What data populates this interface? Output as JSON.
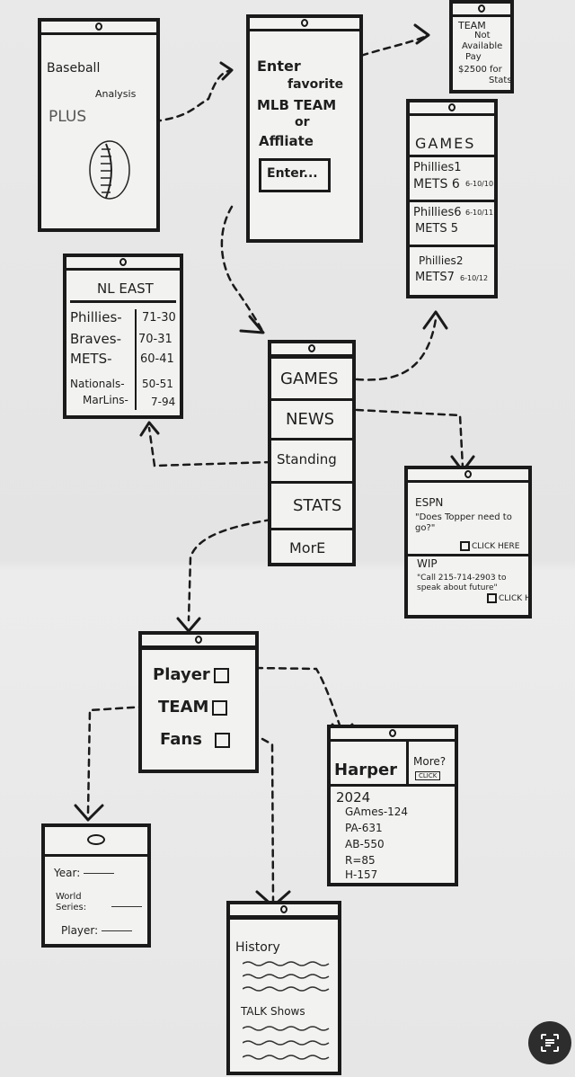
{
  "home": {
    "title1": "Baseball",
    "title2": "Analysis",
    "title3": "PLUS",
    "logo": "baseball-icon"
  },
  "enter_team": {
    "lines": [
      "Enter",
      "favorite",
      "MLB TEAM",
      "or",
      "Affliate"
    ],
    "button": "Enter..."
  },
  "team_unavailable": {
    "lines": [
      "TEAM",
      "Not",
      "Available",
      "Pay",
      "$2500 for",
      "Stats"
    ]
  },
  "games_screen": {
    "header": "GAMES",
    "rows": [
      {
        "line1": "Phillies1",
        "line2": "METS 6",
        "date": "6-10/10"
      },
      {
        "line1": "Phillies6",
        "line2": "METS 5",
        "date": "6-10/11"
      },
      {
        "line1": "Phillies2",
        "line2": "METS7",
        "date": "6-10/12"
      }
    ]
  },
  "standings": {
    "header": "NL EAST",
    "rows": [
      {
        "team": "Phillies-",
        "record": "71-30"
      },
      {
        "team": "Braves-",
        "record": "70-31"
      },
      {
        "team": "METS-",
        "record": "60-41"
      },
      {
        "team": "Nationals-",
        "record": "50-51"
      },
      {
        "team": "MarLins-",
        "record": "7-94"
      }
    ]
  },
  "main_menu": {
    "items": [
      "GAMES",
      "NEWS",
      "Standing",
      "STATS",
      "MorE"
    ]
  },
  "news_screen": {
    "source1": "ESPN",
    "headline1": "\"Does Topper need to go?\"",
    "link1": "CLICK HERE",
    "source2": "WIP",
    "headline2": "\"Call 215-714-2903 to speak about future\"",
    "link2": "CLICK H"
  },
  "stats_menu": {
    "items": [
      "Player",
      "TEAM",
      "Fans"
    ]
  },
  "player_card": {
    "name": "Harper",
    "more": "More?",
    "more_link": "CLICK",
    "year": "2024",
    "stats": [
      "GAmes-124",
      "PA-631",
      "AB-550",
      "R=85",
      "H-157"
    ]
  },
  "search_form": {
    "fields": [
      "Year:",
      "World Series:",
      "Player:"
    ]
  },
  "fans_screen": {
    "section1": "History",
    "section2": "TALK Shows"
  },
  "colors": {
    "ink": "#1a1a1a",
    "paper": "#e8e8e8",
    "card": "#f2f2f0"
  }
}
